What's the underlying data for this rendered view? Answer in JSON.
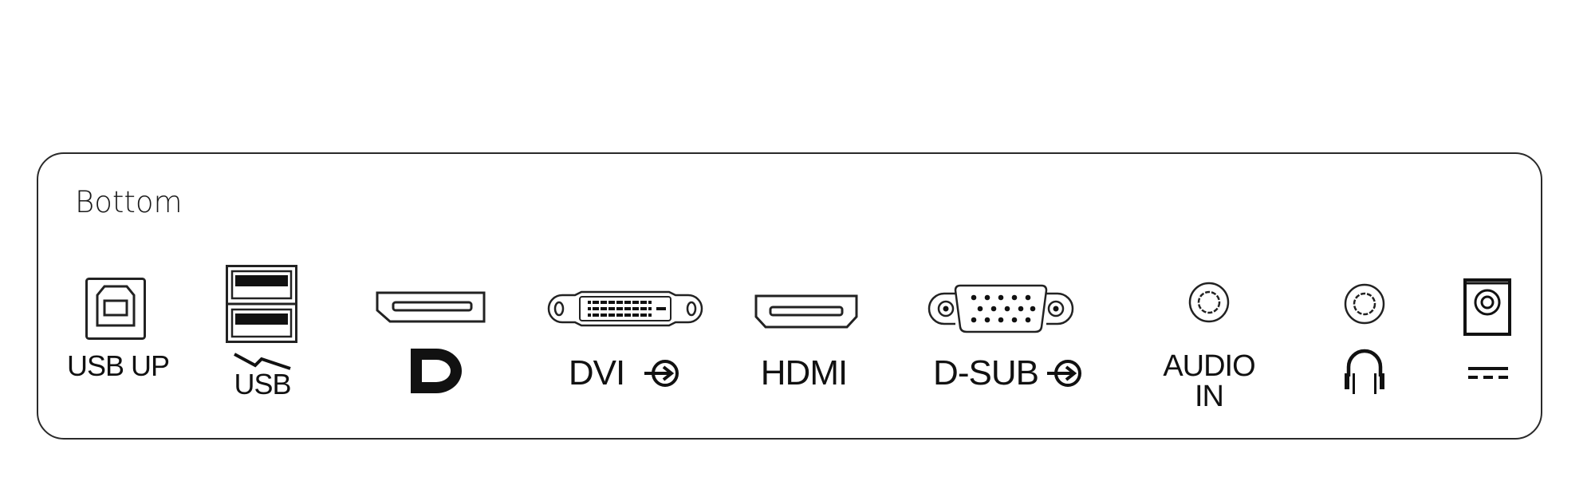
{
  "title": "Bottom",
  "ports": [
    {
      "id": "usb-up",
      "label": "USB UP"
    },
    {
      "id": "usb",
      "label": "USB"
    },
    {
      "id": "displayport",
      "label": ""
    },
    {
      "id": "dvi",
      "label": "DVI"
    },
    {
      "id": "hdmi",
      "label": "HDMI"
    },
    {
      "id": "d-sub",
      "label": "D-SUB"
    },
    {
      "id": "audio-in",
      "label_line1": "AUDIO",
      "label_line2": "IN"
    },
    {
      "id": "headphone",
      "label": ""
    },
    {
      "id": "dc-power",
      "label": ""
    }
  ]
}
